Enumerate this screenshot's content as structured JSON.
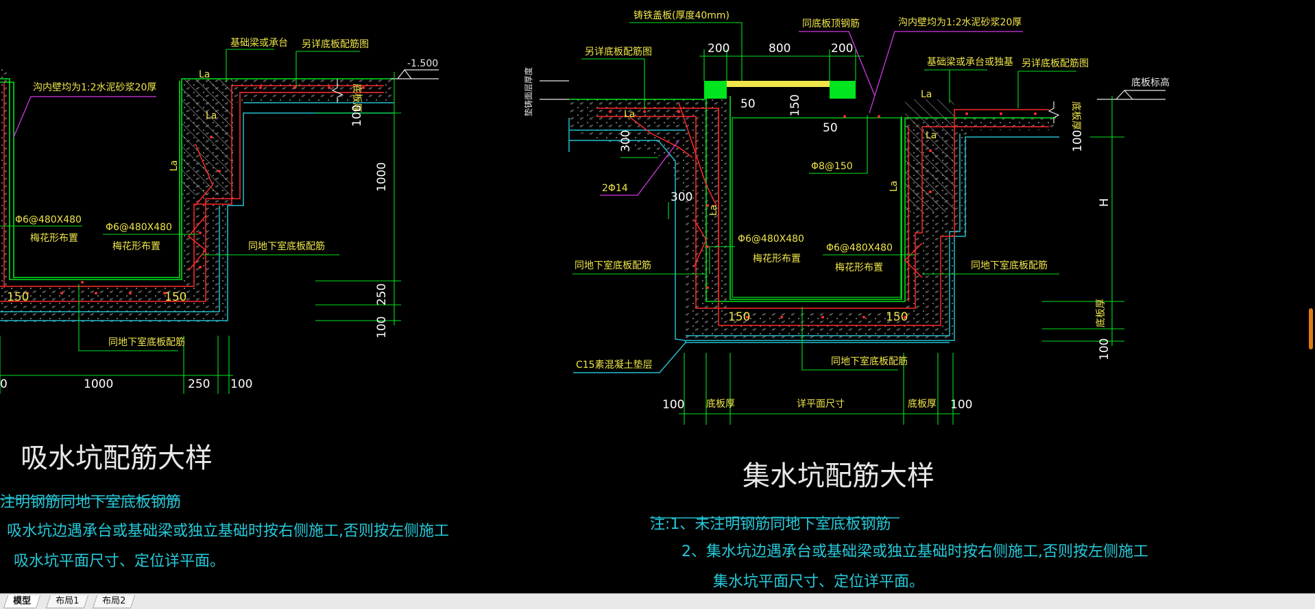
{
  "left_detail": {
    "title": "吸水坑配筋大样",
    "labels": {
      "foundation_beam": "基础梁或承台",
      "see_bottom_rebar": "另详底板配筋图",
      "mortar": "沟内壁均为1:2水泥砂浆20厚",
      "rebar_a": "Φ6@480X480",
      "plum_a": "梅花形布置",
      "rebar_b": "Φ6@480X480",
      "plum_b": "梅花形布置",
      "same_slab_1": "同地下室底板配筋",
      "same_slab_2": "同地下室底板配筋",
      "slab_thk": "底板厚",
      "elev": "-1.500",
      "la1": "La",
      "la2": "La",
      "la3": "La"
    },
    "dims": {
      "d100_a": "100",
      "d1000_v": "1000",
      "d250_v": "250",
      "d100_v": "100",
      "d150_a": "150",
      "d150_b": "150",
      "d1000_h": "1000",
      "d250_h": "250",
      "d100_h": "100",
      "d0": "0"
    },
    "notes": [
      "注明钢筋同地下室底板钢筋",
      "吸水坑边遇承台或基础梁或独立基础时按右侧施工,否则按左侧施工",
      "吸水坑平面尺寸、定位详平面。"
    ]
  },
  "right_detail": {
    "title": "集水坑配筋大样",
    "labels": {
      "cover": "铸铁盖板(厚度40mm)",
      "top_rebar": "同底板顶钢筋",
      "mortar": "沟内壁均为1:2水泥砂浆20厚",
      "see_bottom_rebar_l": "另详底板配筋图",
      "beam": "基础梁或承台或独基",
      "see_bottom_rebar_r": "另详底板配筋图",
      "slab_elev": "底板标高",
      "vertical_note": "垫铸面层厚度",
      "rebar_2phi14": "2Φ14",
      "rebar_phi8": "Φ8@150",
      "rebar_a": "Φ6@480X480",
      "plum_a": "梅花形布置",
      "rebar_b": "Φ6@480X480",
      "plum_b": "梅花形布置",
      "same_slab_l": "同地下室底板配筋",
      "same_slab_r": "同地下室底板配筋",
      "same_slab_b": "同地下室底板配筋",
      "c15": "C15素混凝土垫层",
      "slab_thk_1": "底板厚",
      "slab_thk_2": "底板厚",
      "la1": "La",
      "la2": "La",
      "la3": "La",
      "la4": "La",
      "la5": "La"
    },
    "dims": {
      "d200_l": "200",
      "d800": "800",
      "d200_r": "200",
      "d50_a": "50",
      "d150": "150",
      "d50_b": "50",
      "d300_a": "300",
      "d300_b": "300",
      "d100_v": "100",
      "dH": "H",
      "d100_v2": "100",
      "d150_a": "150",
      "d150_b": "150",
      "d100_l": "100",
      "d_thk_l": "底板厚",
      "d_plan": "详平面尺寸",
      "d_thk_r": "底板厚",
      "d100_r": "100"
    },
    "notes": [
      "注:1、未注明钢筋同地下室底板钢筋",
      "2、集水坑边遇承台或基础梁或独立基础时按右侧施工,否则按左侧施工",
      "集水坑平面尺寸、定位详平面。"
    ]
  },
  "tabs": [
    {
      "label": "模型",
      "active": true
    },
    {
      "label": "布局1",
      "active": false
    },
    {
      "label": "布局2",
      "active": false
    }
  ],
  "colors": {
    "background": "#000000",
    "annotation": "#f0e64a",
    "note": "#26c9d9",
    "rebar": "#ff2a2a",
    "outline": "#00e51e",
    "leader": "#d238e6"
  }
}
